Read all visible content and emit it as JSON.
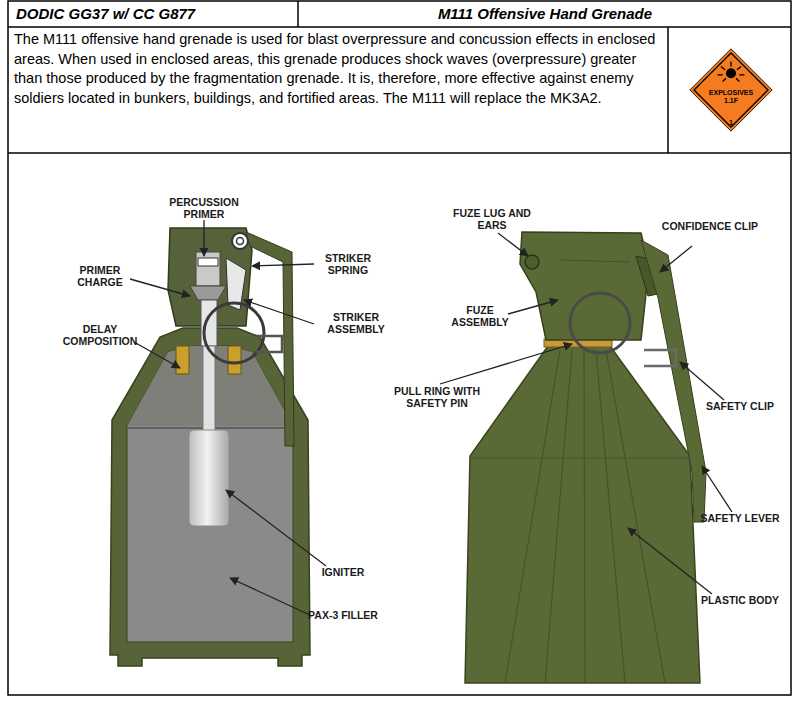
{
  "diagram": {
    "title": "M111 Offensive Hand Grenade",
    "nodes": [
      {
        "text": [
          "EXPLOSIVES",
          "1.1F",
          "1"
        ]
      }
    ],
    "labels": [
      "DODIC GG37 w/ CC G877",
      "The M111 offensive hand grenade is used for blast overpressure and concussion effects in enclosed areas. When used in enclosed areas, this grenade produces shock waves (overpressure) greater than those produced by the fragmentation grenade. It is, therefore, more effective against enemy soldiers located in bunkers, buildings, and fortified areas. The M111 will replace the MK3A2.",
      "PERCUSSION PRIMER",
      "PRIMER CHARGE",
      "DELAY COMPOSITION",
      "STRIKER SPRING",
      "STRIKER ASSEMBLY",
      "IGNITER",
      "PAX-3 FILLER",
      "FUZE LUG AND EARS",
      "CONFIDENCE CLIP",
      "FUZE ASSEMBLY",
      "PULL RING WITH SAFETY PIN",
      "SAFETY CLIP",
      "SAFETY LEVER",
      "PLASTIC BODY"
    ]
  }
}
